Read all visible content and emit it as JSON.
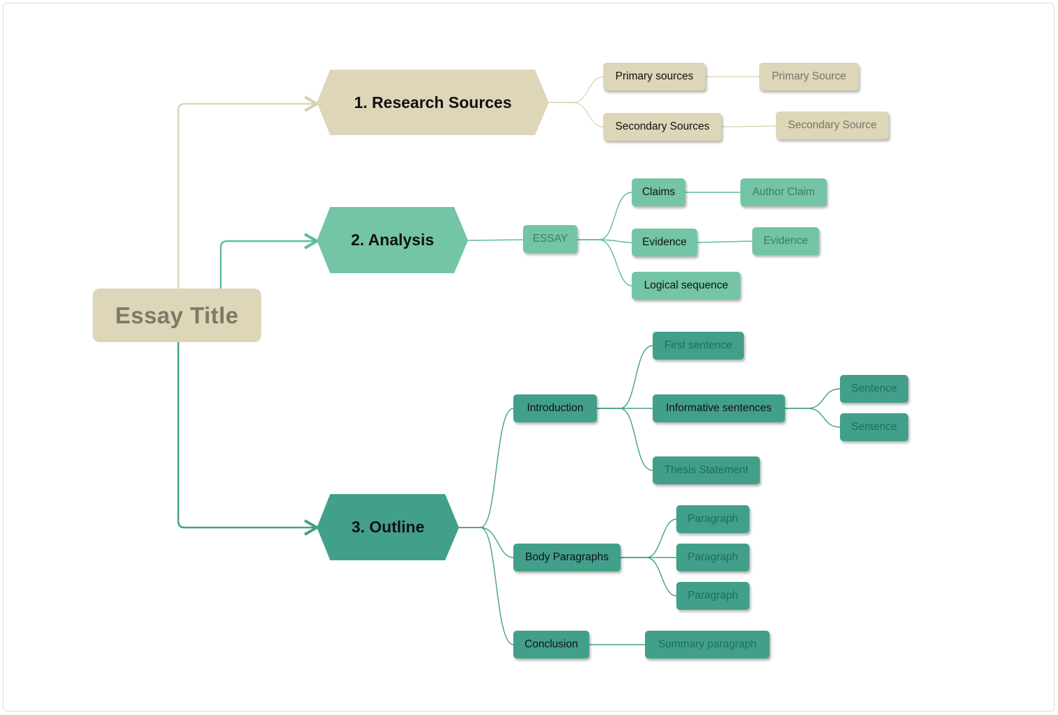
{
  "colors": {
    "tan": "#ddd6b8",
    "mint": "#74c4a6",
    "teal": "#42a08a",
    "tan_line": "#ddd6b8",
    "mint_line": "#5cbd9a",
    "teal_line": "#42a08a"
  },
  "root": {
    "label": "Essay Title"
  },
  "branches": {
    "research": {
      "label": "1. Research Sources",
      "primary": "Primary sources",
      "primary_leaf": "Primary Source",
      "secondary": "Secondary Sources",
      "secondary_leaf": "Secondary Source"
    },
    "analysis": {
      "label": "2. Analysis",
      "essay": "ESSAY",
      "claims": "Claims",
      "author_claim": "Author Claim",
      "evidence": "Evidence",
      "evidence_leaf": "Evidence",
      "logical": "Logical sequence"
    },
    "outline": {
      "label": "3. Outline",
      "introduction": "Introduction",
      "first_sentence": "First sentence",
      "informative": "Informative sentences",
      "sentence_1": "Sentence",
      "sentence_2": "Sentence",
      "thesis": "Thesis Statement",
      "body": "Body Paragraphs",
      "paragraph_1": "Paragraph",
      "paragraph_2": "Paragraph",
      "paragraph_3": "Paragraph",
      "conclusion": "Conclusion",
      "summary": "Summary paragraph"
    }
  }
}
